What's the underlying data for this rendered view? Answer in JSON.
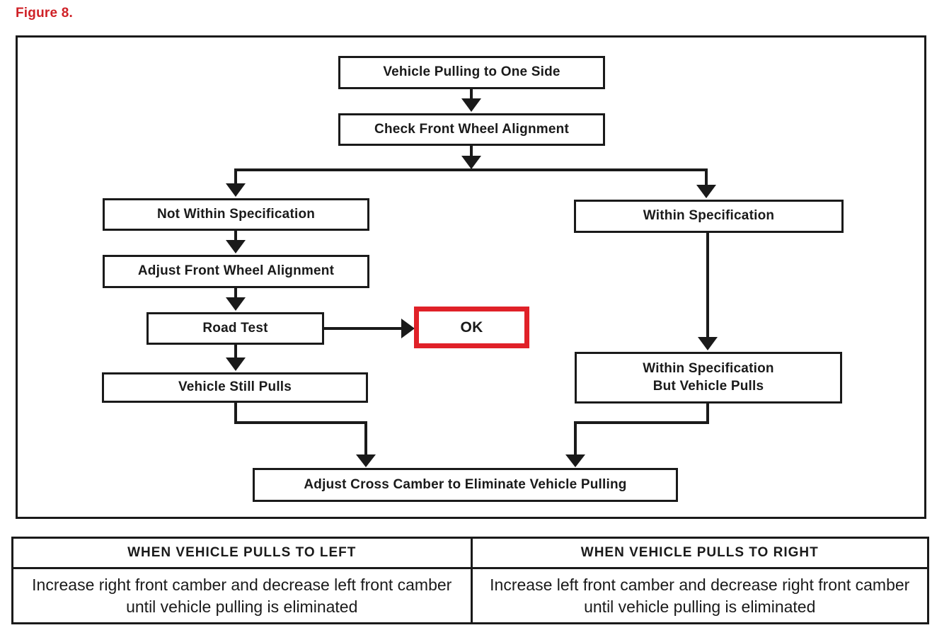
{
  "figure": {
    "label": "Figure 8."
  },
  "colors": {
    "ink": "#1a1a1a",
    "red_figure": "#cf2127",
    "red_accent": "#e02128"
  },
  "flowchart": {
    "nodes": {
      "vehicle_pulling": "Vehicle Pulling to One Side",
      "check_alignment": "Check Front Wheel Alignment",
      "not_within_spec": "Not Within Specification",
      "adjust_alignment": "Adjust Front Wheel Alignment",
      "road_test": "Road Test",
      "ok": "OK",
      "vehicle_still_pulls": "Vehicle Still Pulls",
      "within_spec": "Within Specification",
      "within_spec_pulls_line1": "Within Specification",
      "within_spec_pulls_line2": "But Vehicle Pulls",
      "adjust_cross_camber": "Adjust Cross Camber to Eliminate Vehicle Pulling"
    },
    "edges": [
      {
        "from": "Vehicle Pulling to One Side",
        "to": "Check Front Wheel Alignment"
      },
      {
        "from": "Check Front Wheel Alignment",
        "to": "Not Within Specification"
      },
      {
        "from": "Check Front Wheel Alignment",
        "to": "Within Specification"
      },
      {
        "from": "Not Within Specification",
        "to": "Adjust Front Wheel Alignment"
      },
      {
        "from": "Adjust Front Wheel Alignment",
        "to": "Road Test"
      },
      {
        "from": "Road Test",
        "to": "OK"
      },
      {
        "from": "Road Test",
        "to": "Vehicle Still Pulls"
      },
      {
        "from": "Vehicle Still Pulls",
        "to": "Adjust Cross Camber to Eliminate Vehicle Pulling"
      },
      {
        "from": "Within Specification",
        "to": "Within Specification But Vehicle Pulls"
      },
      {
        "from": "Within Specification But Vehicle Pulls",
        "to": "Adjust Cross Camber to Eliminate Vehicle Pulling"
      }
    ]
  },
  "table": {
    "columns": [
      {
        "header": "WHEN VEHICLE PULLS TO LEFT",
        "body": "Increase right front camber and decrease left front camber until vehicle pulling is eliminated"
      },
      {
        "header": "WHEN VEHICLE PULLS TO RIGHT",
        "body": "Increase left front camber and decrease right front camber until vehicle pulling is eliminated"
      }
    ]
  }
}
